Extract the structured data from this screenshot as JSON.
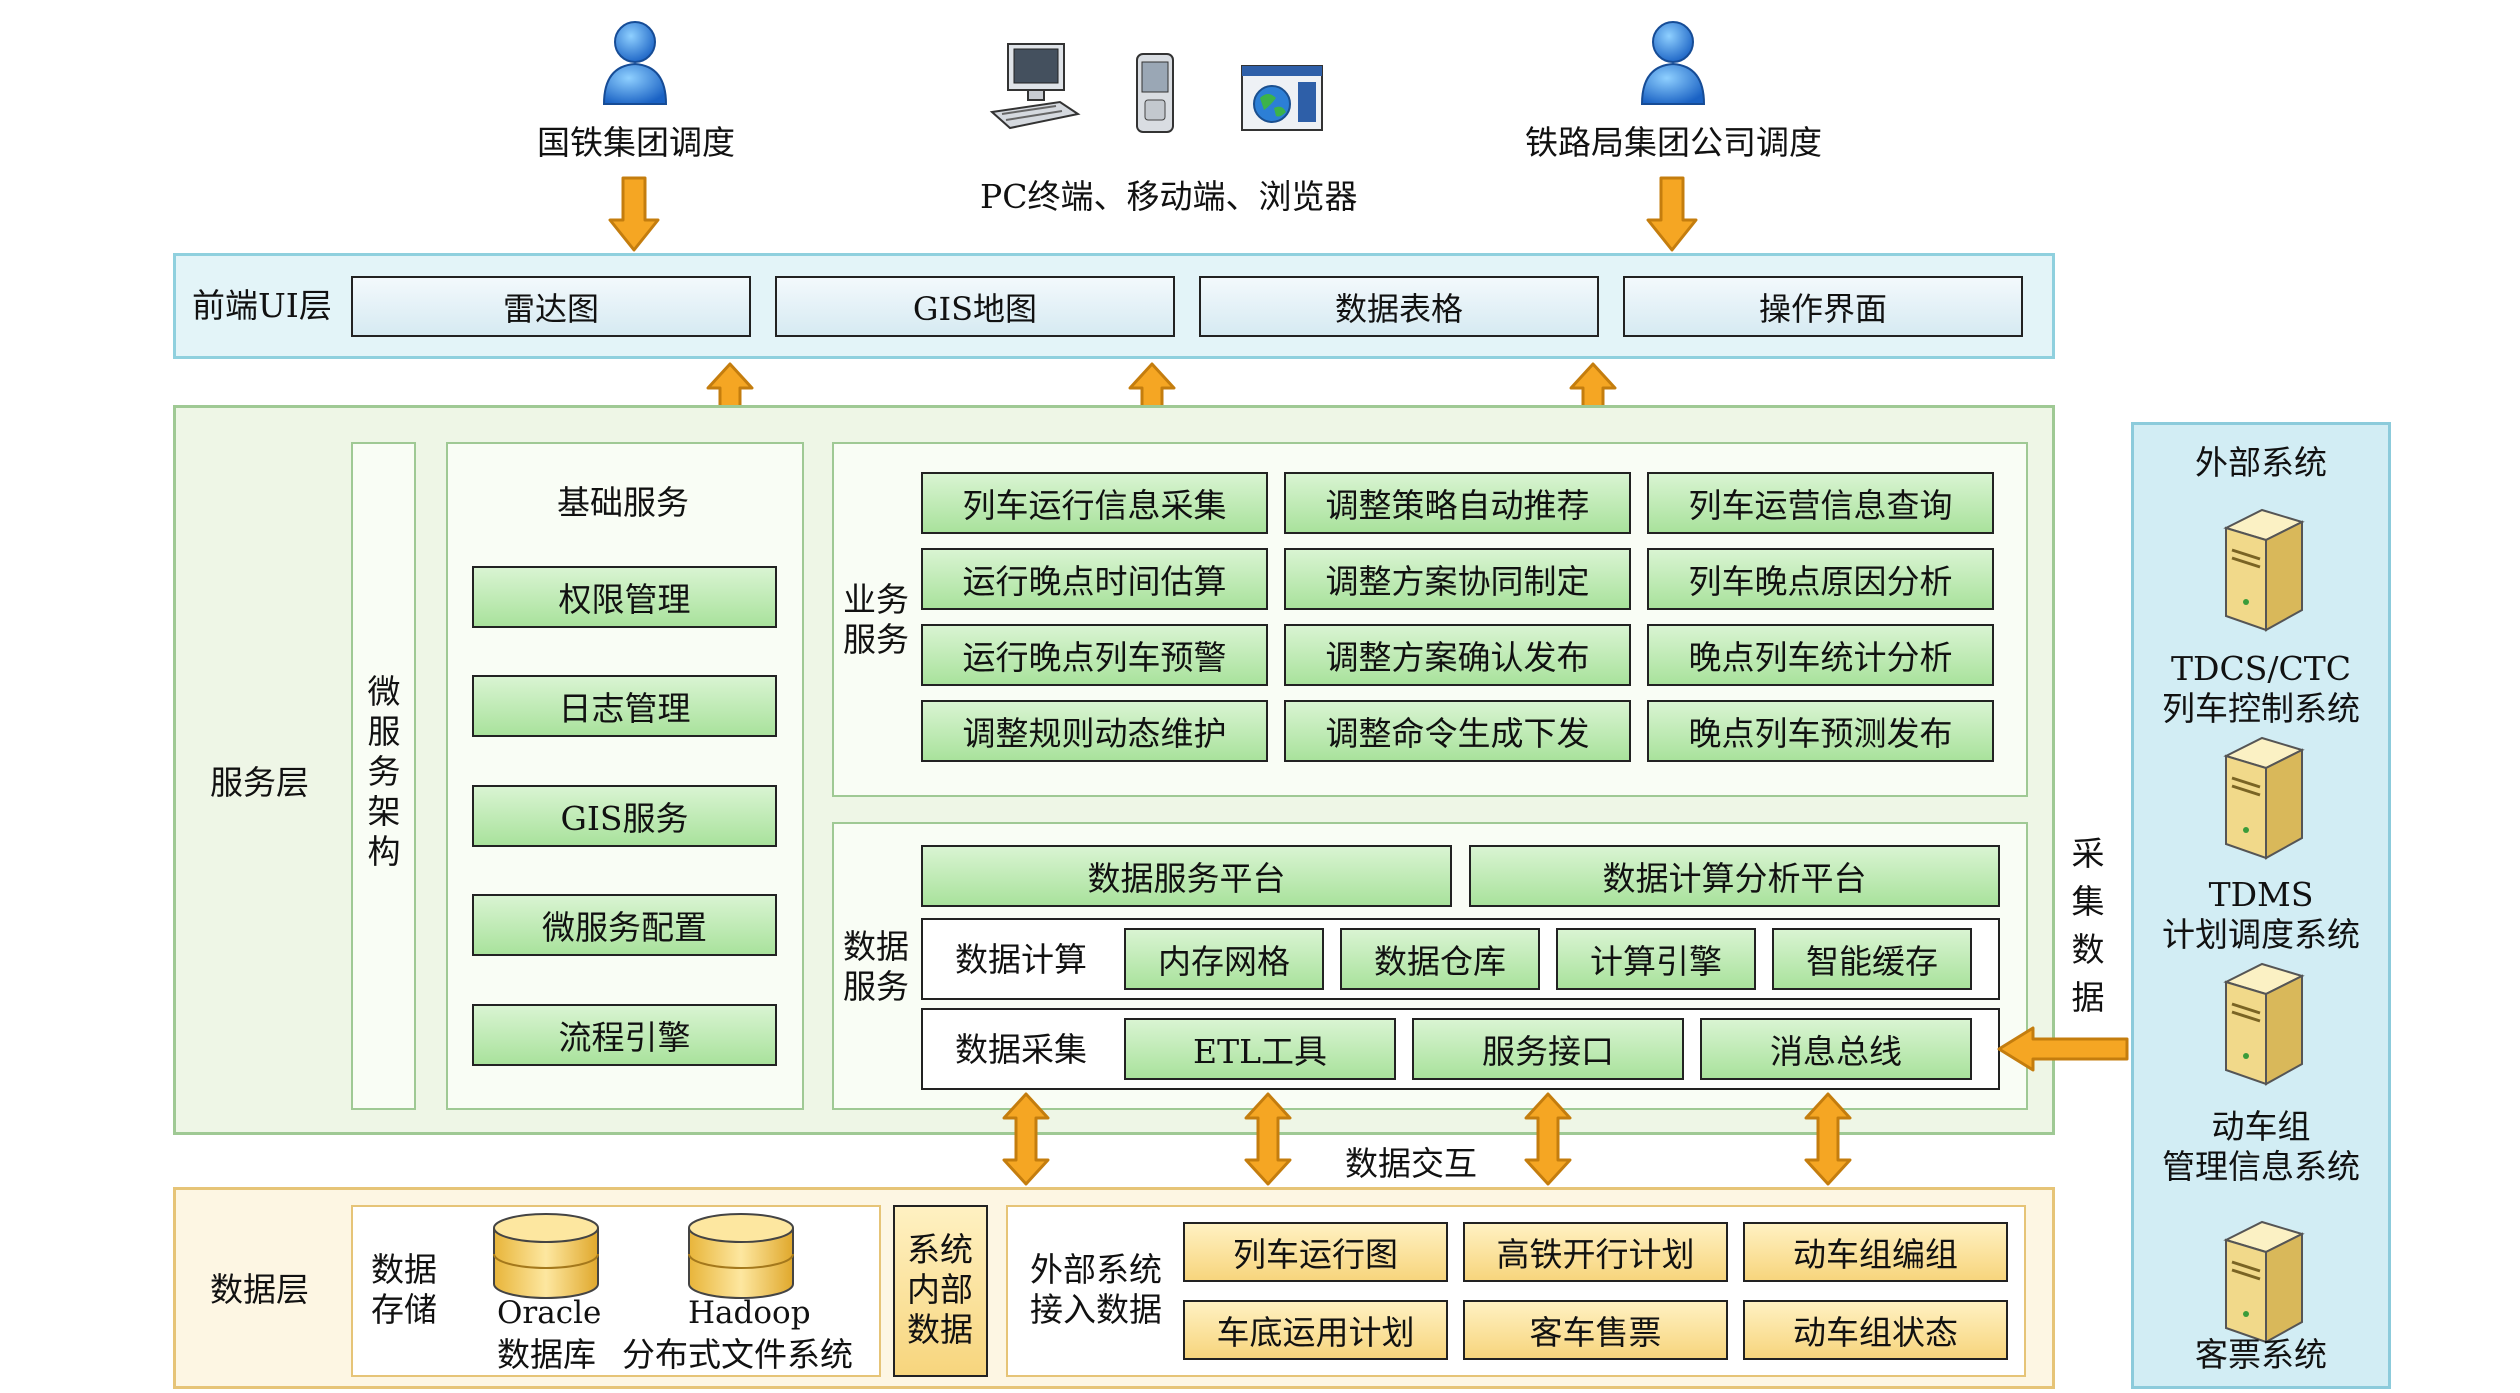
{
  "top": {
    "user_left": "国铁集团调度",
    "user_right": "铁路局集团公司调度",
    "terminals": "PC终端、移动端、浏览器"
  },
  "front_layer": {
    "label": "前端UI层",
    "items": [
      "雷达图",
      "GIS地图",
      "数据表格",
      "操作界面"
    ]
  },
  "service_layer": {
    "label": "服务层",
    "microservice_arch": "微服务架构",
    "basic_services": {
      "title": "基础服务",
      "items": [
        "权限管理",
        "日志管理",
        "GIS服务",
        "微服务配置",
        "流程引擎"
      ]
    },
    "business_services": {
      "label": "业务服务",
      "items": [
        "列车运行信息采集",
        "调整策略自动推荐",
        "列车运营信息查询",
        "运行晚点时间估算",
        "调整方案协同制定",
        "列车晚点原因分析",
        "运行晚点列车预警",
        "调整方案确认发布",
        "晚点列车统计分析",
        "调整规则动态维护",
        "调整命令生成下发",
        "晚点列车预测发布"
      ]
    },
    "data_services": {
      "label": "数据服务",
      "platforms": [
        "数据服务平台",
        "数据计算分析平台"
      ],
      "compute": {
        "label": "数据计算",
        "items": [
          "内存网格",
          "数据仓库",
          "计算引擎",
          "智能缓存"
        ]
      },
      "collect": {
        "label": "数据采集",
        "items": [
          "ETL工具",
          "服务接口",
          "消息总线"
        ]
      }
    }
  },
  "interaction_label": "数据交互",
  "collect_data_label": "采集数据",
  "data_layer": {
    "label": "数据层",
    "storage": {
      "label": "数据存储",
      "db1_line1": "Oracle",
      "db1_line2": "数据库",
      "db2_line1": "Hadoop",
      "db2_line2": "分布式文件系统"
    },
    "internal": "系统内部数据",
    "external": {
      "label": "外部系统接入数据",
      "items": [
        "列车运行图",
        "高铁开行计划",
        "动车组编组",
        "车底运用计划",
        "客车售票",
        "动车组状态"
      ]
    }
  },
  "external_systems": {
    "title": "外部系统",
    "systems": [
      {
        "line1": "TDCS/CTC",
        "line2": "列车控制系统"
      },
      {
        "line1": "TDMS",
        "line2": "计划调度系统"
      },
      {
        "line1": "动车组",
        "line2": "管理信息系统"
      },
      {
        "line1": "",
        "line2": "客票系统"
      }
    ]
  },
  "colors": {
    "arrow_fill": "#f5a623",
    "arrow_stroke": "#c47d0e",
    "green_box": "#b8e8ad",
    "blue_frame": "#8fd0de",
    "yellow_box": "#fbe3a0"
  },
  "icons": [
    "user-icon",
    "pc-icon",
    "mobile-icon",
    "browser-icon",
    "server-icon",
    "database-icon"
  ]
}
